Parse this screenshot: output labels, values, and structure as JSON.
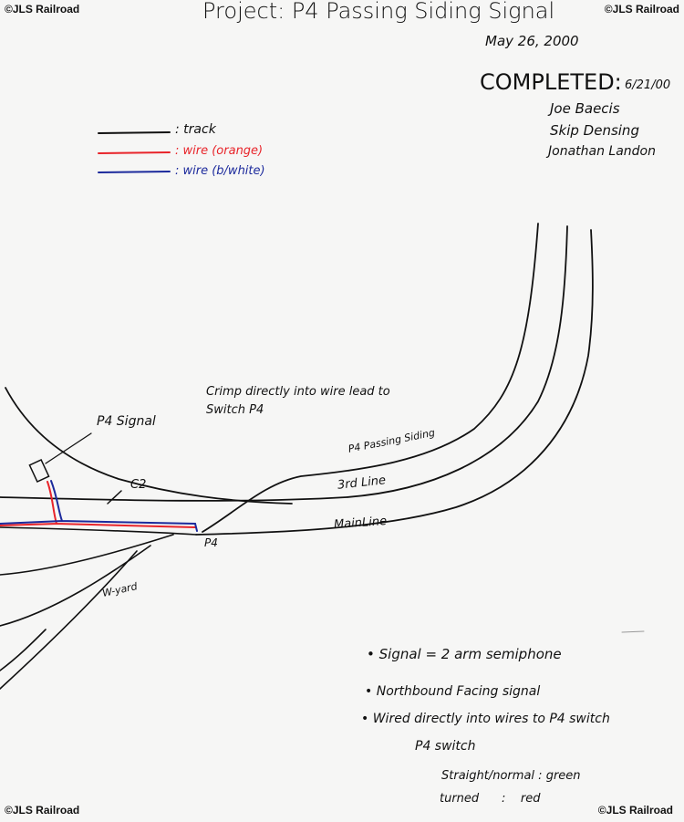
{
  "watermark": "©JLS Railroad",
  "header": {
    "title": "Project: P4 Passing Siding Signal",
    "date": "May 26, 2000",
    "completed_label": "COMPLETED:",
    "completed_date": "6/21/00",
    "people": [
      "Joe Baecis",
      "Skip Densing",
      "Jonathan Landon"
    ]
  },
  "legend": [
    {
      "label": ": track",
      "color": "#111111"
    },
    {
      "label": ": wire (orange)",
      "color": "#e8242a"
    },
    {
      "label": ": wire (b/white)",
      "color": "#1c2a9c"
    }
  ],
  "diagram": {
    "note": "Crimp directly into wire lead to Switch P4",
    "signal_label": "P4 Signal",
    "labels": {
      "c2": "C2",
      "passing_siding": "P4 Passing Siding",
      "third_line": "3rd Line",
      "mainline": "MainLine",
      "p4": "P4",
      "w_yard": "W-yard"
    }
  },
  "notes": {
    "bullets": [
      "Signal = 2 arm semiphone",
      "Northbound Facing signal",
      "Wired directly into wires to P4 switch"
    ],
    "sub_heading": "P4 switch",
    "states": [
      {
        "state": "Straight/normal",
        "sep": ":",
        "color": "green"
      },
      {
        "state": "turned",
        "sep": ":",
        "color": "red"
      }
    ]
  }
}
